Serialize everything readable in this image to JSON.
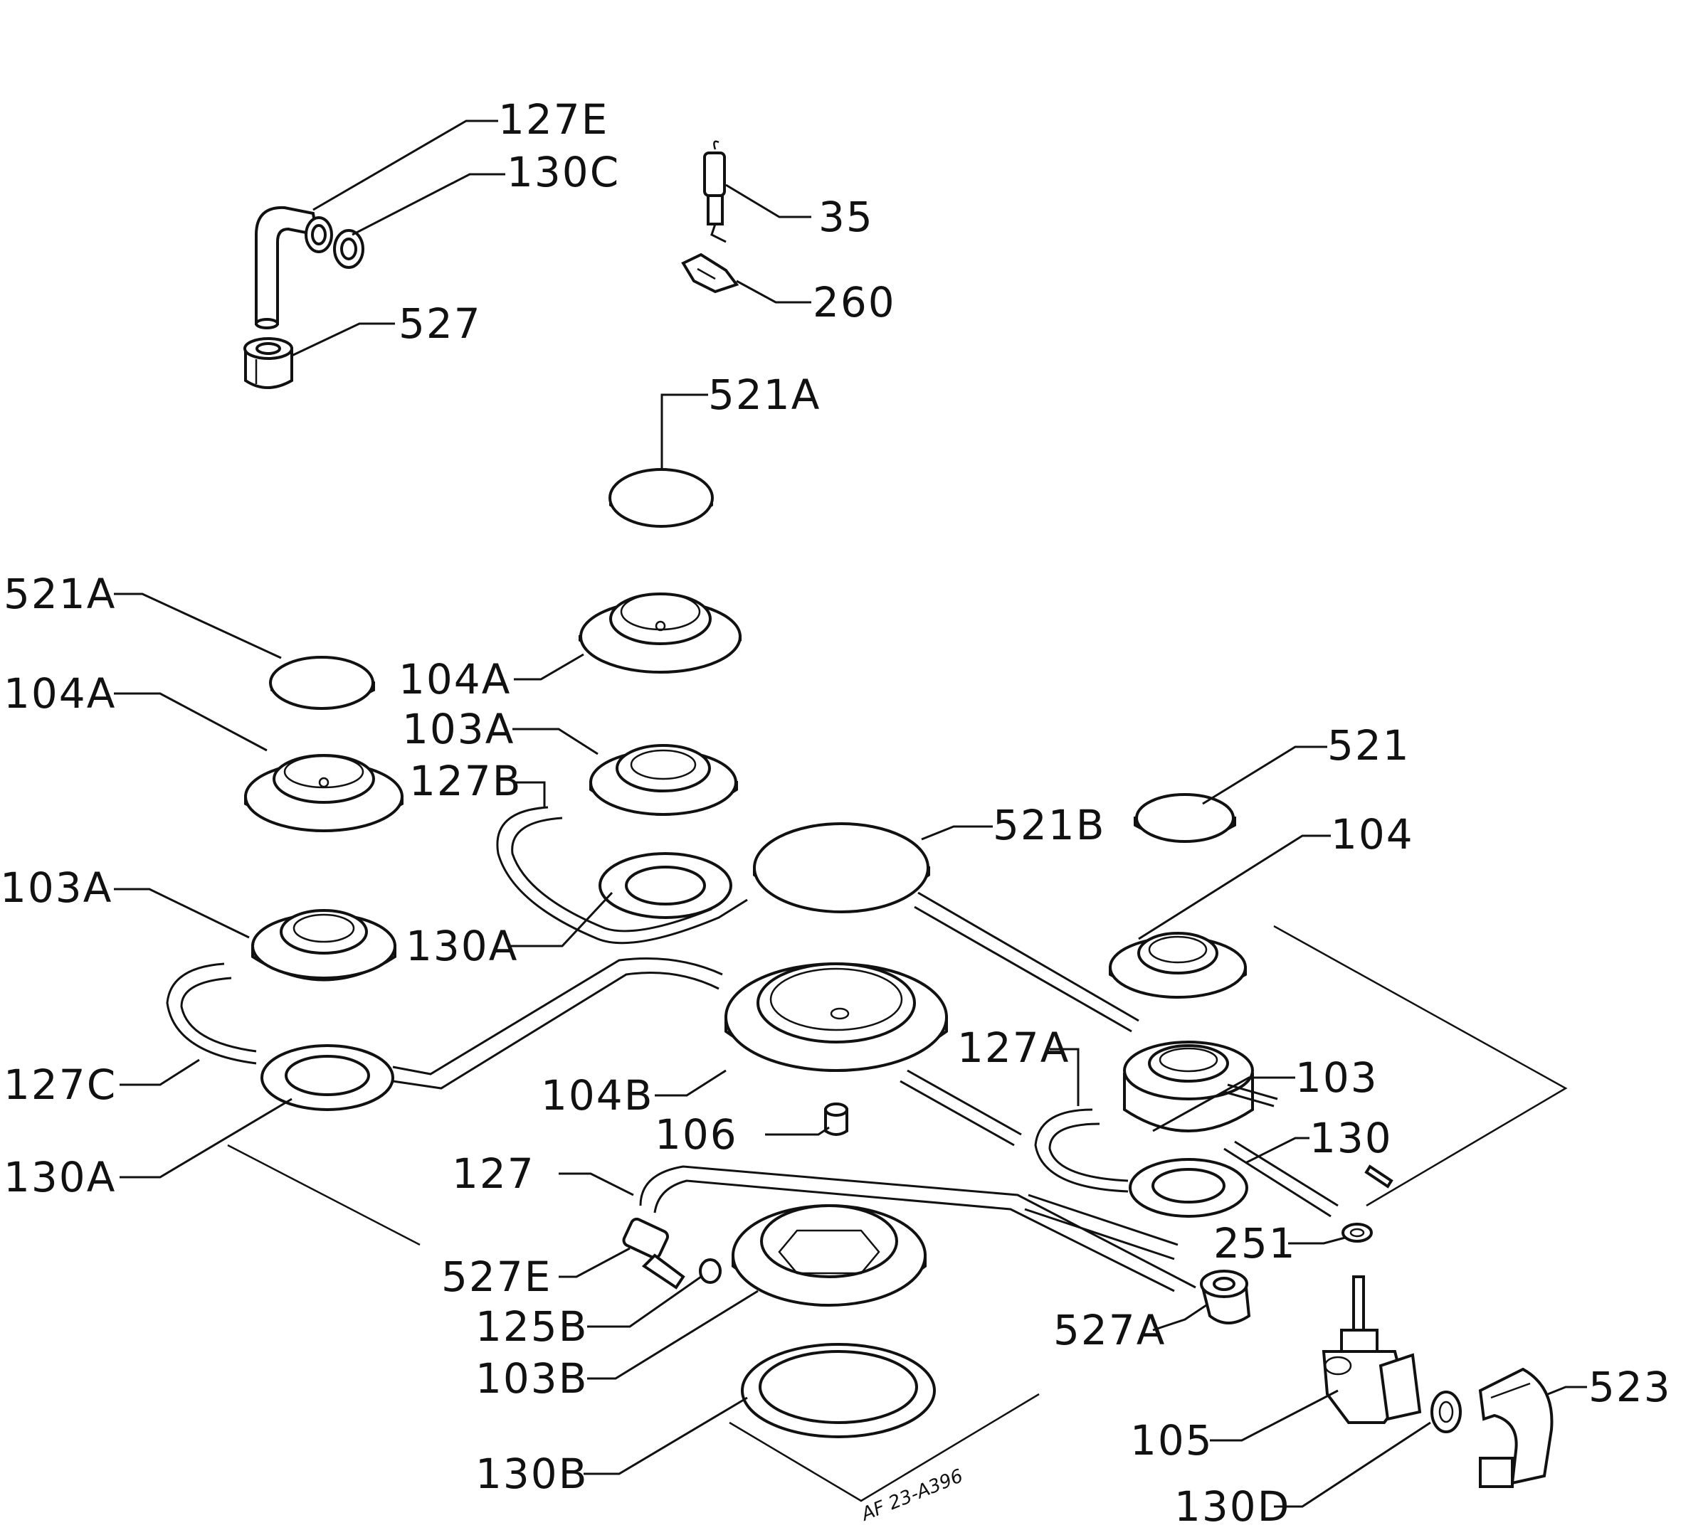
{
  "diagram": {
    "doc_code": "AF 23-A396",
    "labels": [
      {
        "id": "l1",
        "text": "127E"
      },
      {
        "id": "l2",
        "text": "130C"
      },
      {
        "id": "l3",
        "text": "35"
      },
      {
        "id": "l4",
        "text": "260"
      },
      {
        "id": "l5",
        "text": "527"
      },
      {
        "id": "l6",
        "text": "521A"
      },
      {
        "id": "l7",
        "text": "521A"
      },
      {
        "id": "l8",
        "text": "104A"
      },
      {
        "id": "l9",
        "text": "104A"
      },
      {
        "id": "l10",
        "text": "103A"
      },
      {
        "id": "l11",
        "text": "127B"
      },
      {
        "id": "l12",
        "text": "521"
      },
      {
        "id": "l13",
        "text": "521B"
      },
      {
        "id": "l14",
        "text": "104"
      },
      {
        "id": "l15",
        "text": "103A"
      },
      {
        "id": "l16",
        "text": "130A"
      },
      {
        "id": "l17",
        "text": "127A"
      },
      {
        "id": "l18",
        "text": "103"
      },
      {
        "id": "l19",
        "text": "127C"
      },
      {
        "id": "l20",
        "text": "104B"
      },
      {
        "id": "l21",
        "text": "106"
      },
      {
        "id": "l22",
        "text": "130"
      },
      {
        "id": "l23",
        "text": "130A"
      },
      {
        "id": "l24",
        "text": "127"
      },
      {
        "id": "l25",
        "text": "251"
      },
      {
        "id": "l26",
        "text": "527E"
      },
      {
        "id": "l27",
        "text": "125B"
      },
      {
        "id": "l28",
        "text": "527A"
      },
      {
        "id": "l29",
        "text": "103B"
      },
      {
        "id": "l30",
        "text": "523"
      },
      {
        "id": "l31",
        "text": "105"
      },
      {
        "id": "l32",
        "text": "130B"
      },
      {
        "id": "l33",
        "text": "130D"
      }
    ]
  }
}
